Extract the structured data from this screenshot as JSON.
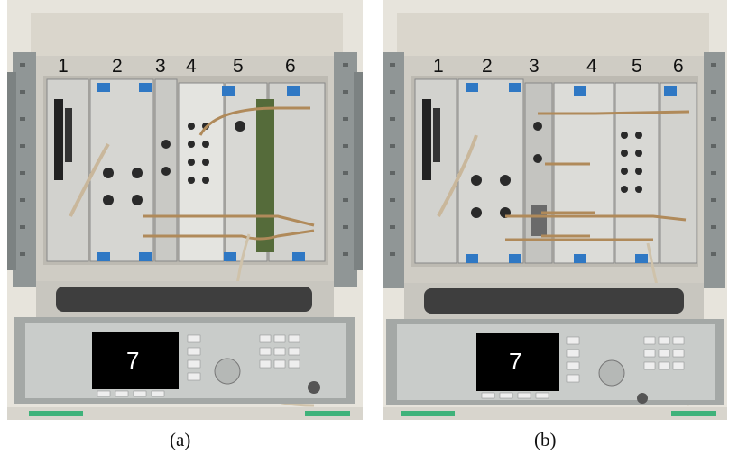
{
  "figure": {
    "panel_a": {
      "caption": "(a)",
      "slot_numbers": [
        "1",
        "2",
        "3",
        "4",
        "5",
        "6"
      ],
      "generator_label": "7"
    },
    "panel_b": {
      "caption": "(b)",
      "slot_numbers": [
        "1",
        "2",
        "3",
        "4",
        "5",
        "6"
      ],
      "generator_label": "7"
    }
  },
  "colors": {
    "chassis": "#d6d3cb",
    "module_face": "#cfcfcc",
    "rack_frame": "#8f9494",
    "blue_handle": "#2f78c4",
    "display_screen": "#000000",
    "cable": "#b7a38a",
    "floor_green": "#3fb27a"
  }
}
